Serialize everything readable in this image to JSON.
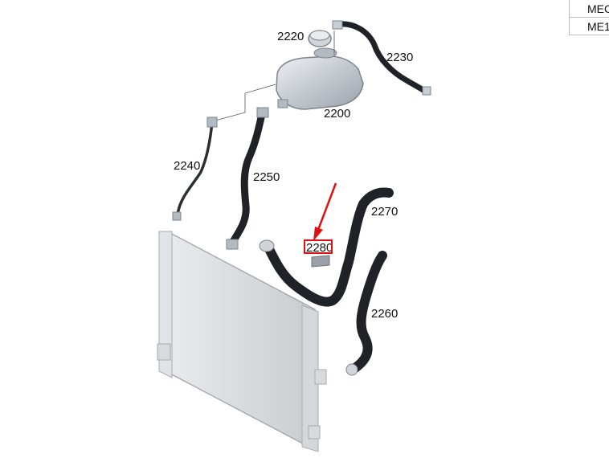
{
  "parts": [
    {
      "id": "2200",
      "label": "2200",
      "name": "expansion-tank"
    },
    {
      "id": "2220",
      "label": "2220",
      "name": "tank-cap"
    },
    {
      "id": "2230",
      "label": "2230",
      "name": "vent-hose"
    },
    {
      "id": "2240",
      "label": "2240",
      "name": "vent-line"
    },
    {
      "id": "2250",
      "label": "2250",
      "name": "tank-hose"
    },
    {
      "id": "2260",
      "label": "2260",
      "name": "lower-radiator-hose"
    },
    {
      "id": "2270",
      "label": "2270",
      "name": "upper-radiator-hose"
    },
    {
      "id": "2280",
      "label": "2280",
      "name": "hose-bracket"
    }
  ],
  "highlighted_part": "2280",
  "colors": {
    "highlight": "#e01010",
    "hose": "#1f2226",
    "tank": "#c9ced4",
    "radiator": "#dcdde0"
  },
  "corner_table": [
    "MEC",
    "ME1"
  ]
}
